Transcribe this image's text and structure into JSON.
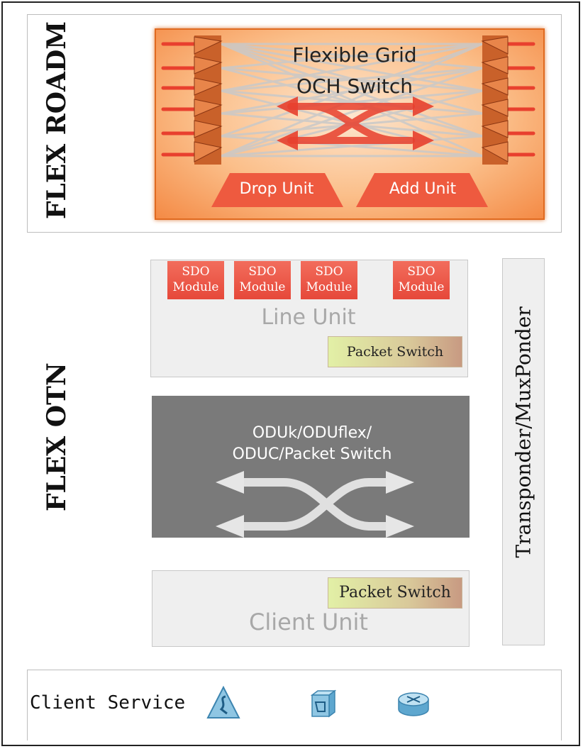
{
  "roadm": {
    "side_label": "FLEX ROADM",
    "title_line1": "Flexible Grid",
    "title_line2": "OCH Switch",
    "drop_unit": "Drop Unit",
    "add_unit": "Add Unit"
  },
  "otn": {
    "side_label": "FLEX OTN",
    "sdo_label_1": "SDO",
    "sdo_label_2": "Module",
    "line_unit": "Line Unit",
    "line_packet_switch": "Packet Switch",
    "switch_line1": "ODUk/ODUflex/",
    "switch_line2": "ODUC/Packet  Switch",
    "client_packet_switch": "Packet Switch",
    "client_unit": "Client Unit"
  },
  "transponder": {
    "label": "Transponder/MuxPonder"
  },
  "client_service": {
    "label": "Client Service",
    "icons": [
      "triangle-service-icon",
      "cube-device-icon",
      "router-icon"
    ]
  },
  "colors": {
    "roadm_border": "#e06a20",
    "arrow_red": "#e8402e",
    "sdo_red": "#e6483a",
    "switch_grey": "#7a7a7a"
  }
}
